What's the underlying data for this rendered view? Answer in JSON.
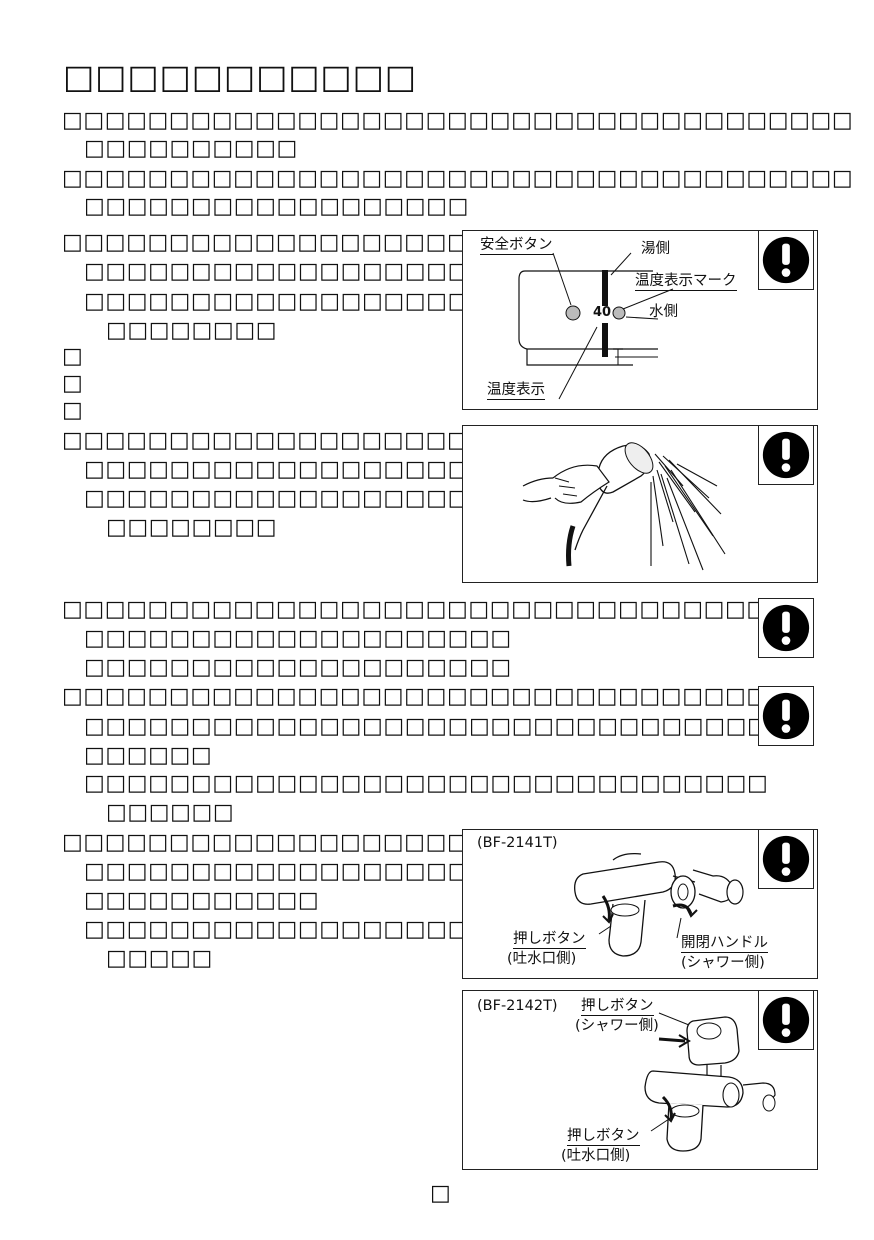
{
  "page": {
    "title": "□□□□□□□□□□□",
    "paragraphs": [
      [
        "□□□□□□□□□□□□□□□□□□□□□□□□□□□□□□□□□□□□□",
        "□□□□□□□□□□"
      ],
      [
        "□□□□□□□□□□□□□□□□□□□□□□□□□□□□□□□□□□□□□",
        "□□□□□□□□□□□□□□□□□□"
      ],
      [
        "□□□□□□□□□□□□□□□□□□□□□",
        "□□□□□□□□□□□□□□□□□□□□□",
        "□□□□□□□□□□□□□□□□□□□□",
        "□□□□□□□□",
        "□",
        "□",
        "□"
      ],
      [
        "□□□□□□□□□□□□□□□□□□□□□",
        "□□□□□□□□□□□□□□□□□□□□□",
        "□□□□□□□□□□□□□□□□□□□□",
        "□□□□□□□□"
      ],
      [
        "□□□□□□□□□□□□□□□□□□□□□□□□□□□□□□□□□□",
        "□□□□□□□□□□□□□□□□□□□□",
        "□□□□□□□□□□□□□□□□□□□□"
      ],
      [
        "□□□□□□□□□□□□□□□□□□□□□□□□□□□□□□□□□□",
        "□□□□□□□□□□□□□□□□□□□□□□□□□□□□□□□□□",
        "□□□□□□",
        "□□□□□□□□□□□□□□□□□□□□□□□□□□□□□□□□",
        "□□□□□□"
      ],
      [
        "□□□□□□□□□□□□□□□□□□□□□",
        "□□□□□□□□□□□□□□□□□□□□",
        "□□□□□□□□□□□",
        "□□□□□□□□□□□□□□□□□□□□",
        "□□□□□"
      ]
    ],
    "page_number": "□"
  },
  "figure_temperature": {
    "safety_button": "安全ボタン",
    "hot_side": "湯側",
    "temp_mark": "温度表示マーク",
    "cold_side": "水側",
    "temp_value": "40",
    "temp_display": "温度表示"
  },
  "figure_bf2141": {
    "model": "(BF-2141T)",
    "push_button": "押しボタン",
    "push_button_sub": "(吐水口側)",
    "handle": "開閉ハンドル",
    "handle_sub": "(シャワー側)"
  },
  "figure_bf2142": {
    "model": "(BF-2142T)",
    "push_button_top": "押しボタン",
    "push_button_top_sub": "(シャワー側)",
    "push_button_bottom": "押しボタン",
    "push_button_bottom_sub": "(吐水口側)"
  },
  "colors": {
    "ink": "#111111",
    "icon_fill": "#000000"
  },
  "icons": [
    "exclamation-icon"
  ]
}
